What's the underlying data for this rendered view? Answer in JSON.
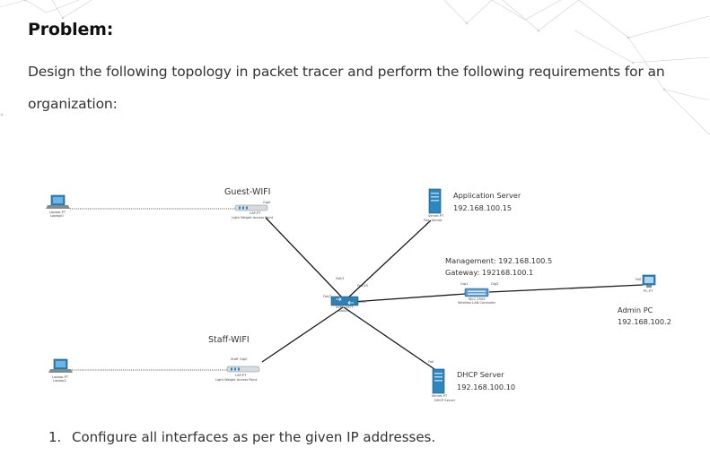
{
  "document": {
    "heading": "Problem:",
    "intro_line1": "Design the following topology in packet tracer and perform the following requirements for an",
    "intro_line2": "organization:",
    "requirements": [
      {
        "number": "1.",
        "text": "Configure all interfaces as per the given IP addresses."
      }
    ]
  },
  "topology": {
    "guest_wifi": {
      "title": "Guest-WIFI",
      "model": "LAP-PT",
      "port": "Gig0",
      "caption": "Light Weight Access Point"
    },
    "staff_wifi": {
      "title": "Staff-WIFI",
      "model": "LAP-PT",
      "port": "Gig0",
      "caption": "Light Weight Access Point",
      "name": "Staff"
    },
    "laptop0": {
      "model": "Laptop-PT",
      "name": "Laptop0"
    },
    "laptop2": {
      "model": "Laptop-PT",
      "name": "Laptop2"
    },
    "app_server": {
      "title": "Application Server",
      "ip": "192.168.100.15",
      "model": "Server-PT",
      "port": "Fa0",
      "name": "Server"
    },
    "dhcp_server": {
      "title": "DHCP Server",
      "ip": "192.168.100.10",
      "model": "Server-PT",
      "port": "Fa0",
      "name": "DHCP Server"
    },
    "wlc": {
      "management": "Management: 192.168.100.5",
      "gateway": "Gateway: 192168.100.1",
      "model": "WLC-2504",
      "caption": "Wireless LAN Controller",
      "port_left": "Gig1",
      "port_right": "Gig2"
    },
    "admin_pc": {
      "title": "Admin PC",
      "ip": "192.168.100.2",
      "model": "PC-PT",
      "port": "Fa0"
    },
    "switch": {
      "model": "2960-24TT",
      "caption": "Switch",
      "ports": {
        "top": "Fa0/1",
        "left": "Fa0/2",
        "right": "Fa0/15",
        "right2": "Fa0/4"
      }
    }
  },
  "colors": {
    "link": "#1a1a1a",
    "wireless": "#555555",
    "device_blue": "#2e86c1",
    "switch_body": "#2f7fb5"
  }
}
